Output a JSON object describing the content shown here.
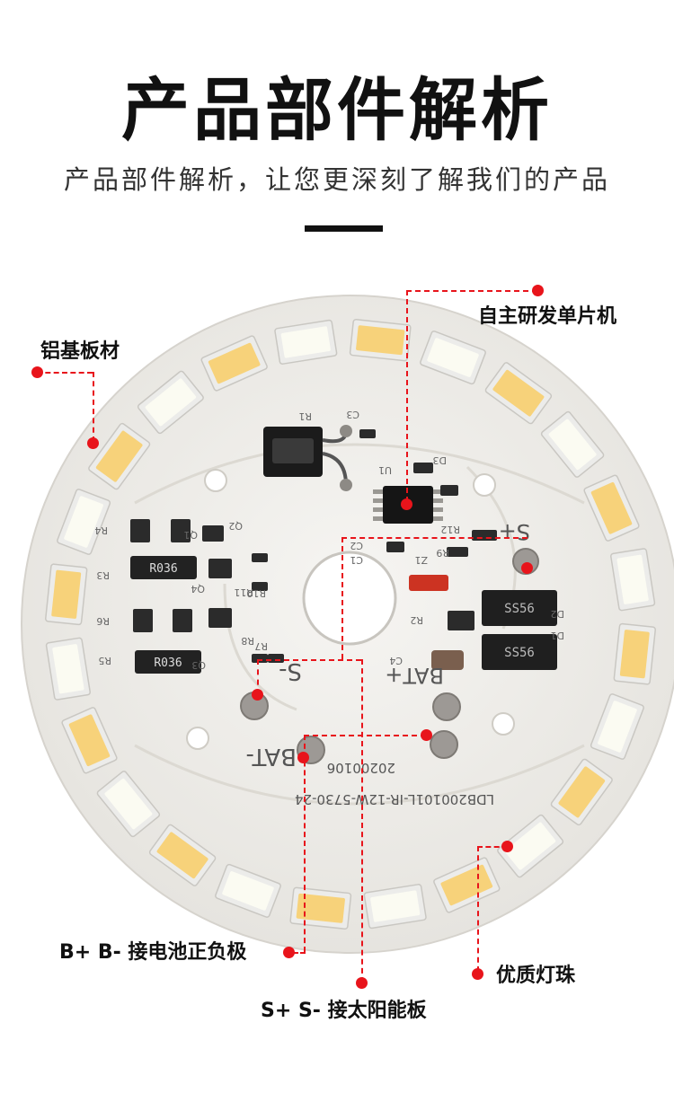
{
  "header": {
    "title": "产品部件解析",
    "subtitle": "产品部件解析，让您更深刻了解我们的产品"
  },
  "callouts": {
    "mcu": "自主研发单片机",
    "aluminum": "铝基板材",
    "battery": "B+ B- 接电池正负极",
    "solar": "S+ S- 接太阳能板",
    "led": "优质灯珠"
  },
  "board": {
    "model_text": "LDB200101L-IR-12W-5730-24",
    "date_text": "20200106",
    "pads": {
      "s_plus": "S+",
      "s_minus": "S-",
      "bat_plus": "BAT+",
      "bat_minus": "BAT-"
    },
    "resistor_marks": [
      "R036",
      "R036"
    ],
    "diode_marks": [
      "SS56",
      "SS56"
    ],
    "component_labels": [
      "R1",
      "C3",
      "U1",
      "D3",
      "R12",
      "C2",
      "C1",
      "R9",
      "Z1",
      "Q1",
      "Q2",
      "Q3",
      "Q4",
      "R3",
      "R4",
      "R5",
      "R6",
      "R7",
      "R8",
      "R10",
      "R11",
      "R2",
      "C4",
      "D1",
      "D2"
    ],
    "leds": [
      "LED1",
      "LED2",
      "LED3",
      "LED4",
      "LED5",
      "LED6",
      "LED7",
      "LED8",
      "LED9",
      "LED10",
      "LED11",
      "LED12",
      "LED13",
      "LED14",
      "LED15",
      "LED16",
      "LED17",
      "LED18",
      "LED19",
      "LED20",
      "LED21",
      "LED22",
      "LED23",
      "LED24"
    ]
  },
  "colors": {
    "accent_red": "#e8141b",
    "board_white": "#f1f0ed",
    "led_warm": "#f7d27a",
    "led_cool": "#fbfbf2"
  }
}
